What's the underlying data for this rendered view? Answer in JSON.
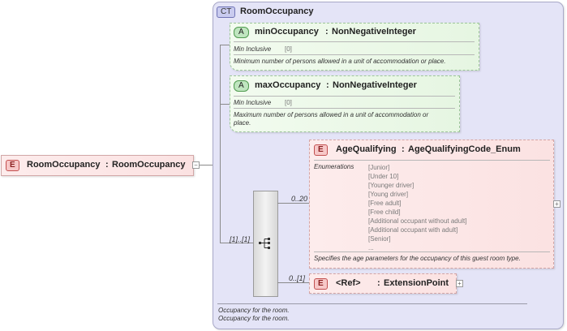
{
  "root_element": {
    "badge": "E",
    "name": "RoomOccupancy",
    "separator": ":",
    "type": "RoomOccupancy"
  },
  "complex_type": {
    "badge": "CT",
    "name": "RoomOccupancy",
    "documentation": [
      "Occupancy for the room.",
      "Occupancy for the room."
    ]
  },
  "attributes": [
    {
      "badge": "A",
      "name": "minOccupancy",
      "separator": ":",
      "type": "NonNegativeInteger",
      "facet_label": "Min Inclusive",
      "facet_value": "[0]",
      "doc_line1": "Minimum number of persons allowed in a unit of accommodation or place.",
      "doc_line2": ""
    },
    {
      "badge": "A",
      "name": "maxOccupancy",
      "separator": ":",
      "type": "NonNegativeInteger",
      "facet_label": "Min Inclusive",
      "facet_value": "[0]",
      "doc_line1": "Maximum number of persons allowed in a unit of accommodation or",
      "doc_line2": "place."
    }
  ],
  "sequence": {
    "cardinality": "[1]..[1]"
  },
  "age_qualifying": {
    "badge": "E",
    "name": "AgeQualifying",
    "separator": ":",
    "type": "AgeQualifyingCode_Enum",
    "cardinality": "0..20",
    "enumerations_label": "Enumerations",
    "enumerations": [
      "[Junior]",
      "[Under 10]",
      "[Younger driver]",
      "[Young driver]",
      "[Free adult]",
      "[Free child]",
      "[Additional occupant without adult]",
      "[Additional occupant with adult]",
      "[Senior]",
      "..."
    ],
    "documentation": "Specifies the age parameters for the occupancy of this guest room type."
  },
  "extension_point": {
    "badge": "E",
    "ref": "<Ref>",
    "separator": ":",
    "name": "ExtensionPoint",
    "cardinality": "0..[1]"
  },
  "icons": {
    "collapse": "minus-box-icon",
    "expand": "plus-box-icon",
    "sequence": "sequence-tree-icon"
  }
}
